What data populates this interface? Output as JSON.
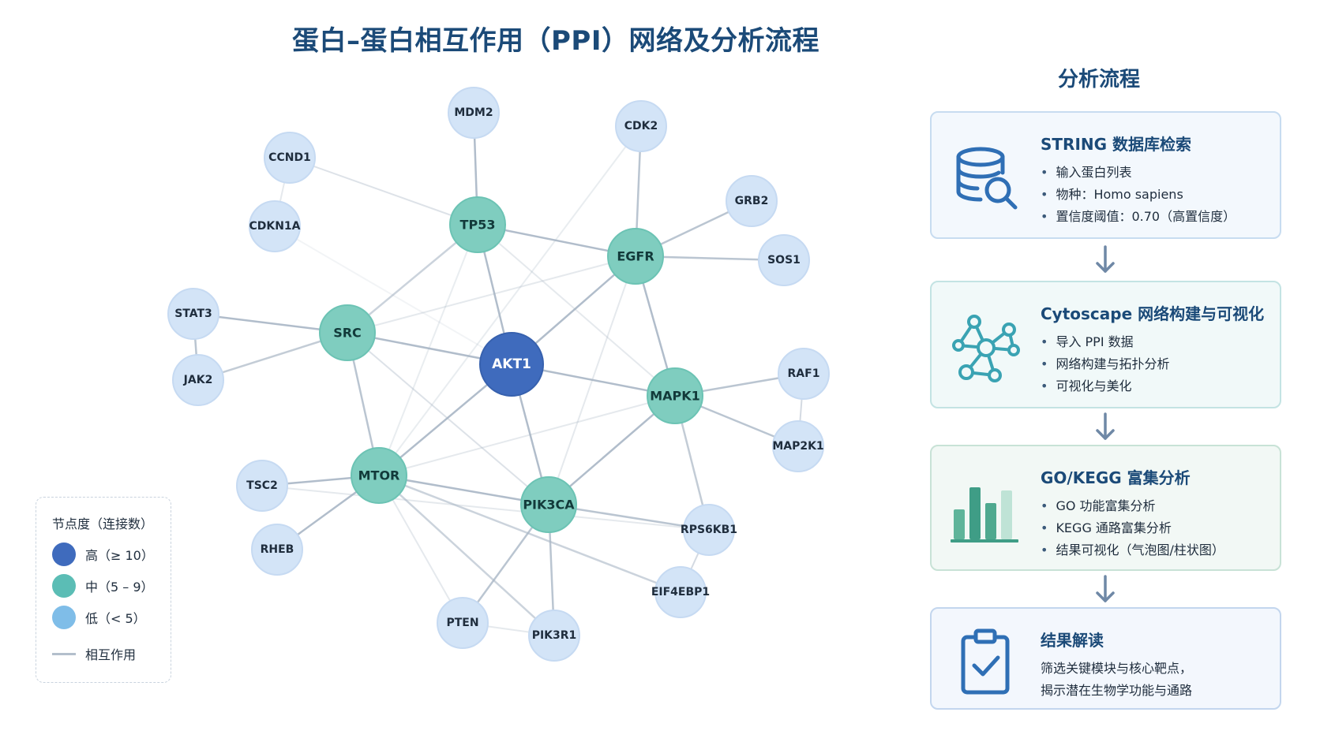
{
  "page": {
    "title": "蛋白–蛋白相互作用（PPI）网络及分析流程"
  },
  "network": {
    "nodes": [
      {
        "id": "AKT1",
        "level": "high"
      },
      {
        "id": "TP53",
        "level": "mid"
      },
      {
        "id": "EGFR",
        "level": "mid"
      },
      {
        "id": "SRC",
        "level": "mid"
      },
      {
        "id": "MAPK1",
        "level": "mid"
      },
      {
        "id": "MTOR",
        "level": "mid"
      },
      {
        "id": "PIK3CA",
        "level": "mid"
      },
      {
        "id": "MDM2",
        "level": "low"
      },
      {
        "id": "CDK2",
        "level": "low"
      },
      {
        "id": "CCND1",
        "level": "low"
      },
      {
        "id": "CDKN1A",
        "level": "low"
      },
      {
        "id": "GRB2",
        "level": "low"
      },
      {
        "id": "SOS1",
        "level": "low"
      },
      {
        "id": "STAT3",
        "level": "low"
      },
      {
        "id": "JAK2",
        "level": "low"
      },
      {
        "id": "RAF1",
        "level": "low"
      },
      {
        "id": "MAP2K1",
        "level": "low"
      },
      {
        "id": "TSC2",
        "level": "low"
      },
      {
        "id": "RHEB",
        "level": "low"
      },
      {
        "id": "RPS6KB1",
        "level": "low"
      },
      {
        "id": "EIF4EBP1",
        "level": "low"
      },
      {
        "id": "PTEN",
        "level": "low"
      },
      {
        "id": "PIK3R1",
        "level": "low"
      }
    ],
    "edges": [
      [
        "AKT1",
        "TP53",
        0.9
      ],
      [
        "AKT1",
        "EGFR",
        0.9
      ],
      [
        "AKT1",
        "SRC",
        0.9
      ],
      [
        "AKT1",
        "MAPK1",
        0.9
      ],
      [
        "AKT1",
        "MTOR",
        0.9
      ],
      [
        "AKT1",
        "PIK3CA",
        0.9
      ],
      [
        "TP53",
        "MDM2",
        0.9
      ],
      [
        "TP53",
        "EGFR",
        0.9
      ],
      [
        "TP53",
        "SRC",
        0.6
      ],
      [
        "TP53",
        "CCND1",
        0.4
      ],
      [
        "TP53",
        "MAPK1",
        0.3
      ],
      [
        "TP53",
        "MTOR",
        0.25
      ],
      [
        "EGFR",
        "CDK2",
        0.8
      ],
      [
        "EGFR",
        "GRB2",
        0.8
      ],
      [
        "EGFR",
        "SOS1",
        0.8
      ],
      [
        "EGFR",
        "MAPK1",
        0.9
      ],
      [
        "EGFR",
        "SRC",
        0.3
      ],
      [
        "EGFR",
        "PIK3CA",
        0.3
      ],
      [
        "CDK2",
        "MTOR",
        0.25
      ],
      [
        "SRC",
        "STAT3",
        0.9
      ],
      [
        "SRC",
        "JAK2",
        0.7
      ],
      [
        "SRC",
        "MTOR",
        0.8
      ],
      [
        "SRC",
        "PIK3CA",
        0.4
      ],
      [
        "STAT3",
        "JAK2",
        0.8
      ],
      [
        "CCND1",
        "CDKN1A",
        0.3
      ],
      [
        "MAPK1",
        "RAF1",
        0.8
      ],
      [
        "MAPK1",
        "MAP2K1",
        0.8
      ],
      [
        "MAPK1",
        "RPS6KB1",
        0.7
      ],
      [
        "MAPK1",
        "PIK3CA",
        0.9
      ],
      [
        "MAPK1",
        "MTOR",
        0.3
      ],
      [
        "RAF1",
        "MAP2K1",
        0.5
      ],
      [
        "MTOR",
        "TSC2",
        0.9
      ],
      [
        "MTOR",
        "RHEB",
        0.9
      ],
      [
        "MTOR",
        "PIK3CA",
        0.9
      ],
      [
        "MTOR",
        "EIF4EBP1",
        0.6
      ],
      [
        "MTOR",
        "PTEN",
        0.3
      ],
      [
        "TSC2",
        "RPS6KB1",
        0.3
      ],
      [
        "PIK3CA",
        "RPS6KB1",
        0.8
      ],
      [
        "PIK3CA",
        "PTEN",
        0.8
      ],
      [
        "PIK3CA",
        "PIK3R1",
        0.8
      ],
      [
        "RPS6KB1",
        "EIF4EBP1",
        0.5
      ],
      [
        "PTEN",
        "PIK3R1",
        0.3
      ],
      [
        "MTOR",
        "PIK3R1",
        0.6
      ],
      [
        "CDKN1A",
        "AKT1",
        0.15
      ]
    ]
  },
  "legend": {
    "title": "节点度（连接数）",
    "items": [
      {
        "label": "高（≥ 10）",
        "color": "#3f6bbd"
      },
      {
        "label": "中（5 – 9）",
        "color": "#5bbdb5"
      },
      {
        "label": "低（< 5）",
        "color": "#7fbde8"
      }
    ],
    "edge_label": "相互作用"
  },
  "colors": {
    "high": "#3f6bbd",
    "mid": "#7fcdbf",
    "low": "#d3e4f7",
    "edge": "#a9b6c5"
  },
  "workflow": {
    "title": "分析流程",
    "steps": [
      {
        "heading": "STRING 数据库检索",
        "icon": "database-search-icon",
        "items": [
          "输入蛋白列表",
          "物种：Homo sapiens",
          "置信度阈值：0.70（高置信度）"
        ]
      },
      {
        "heading": "Cytoscape 网络构建与可视化",
        "icon": "network-icon",
        "items": [
          "导入 PPI 数据",
          "网络构建与拓扑分析",
          "可视化与美化"
        ]
      },
      {
        "heading": "GO/KEGG 富集分析",
        "icon": "bar-chart-icon",
        "items": [
          "GO 功能富集分析",
          "KEGG 通路富集分析",
          "结果可视化（气泡图/柱状图）"
        ]
      },
      {
        "heading": "结果解读",
        "icon": "clipboard-check-icon",
        "lines": [
          "筛选关键模块与核心靶点，",
          "揭示潜在生物学功能与通路"
        ]
      }
    ]
  }
}
